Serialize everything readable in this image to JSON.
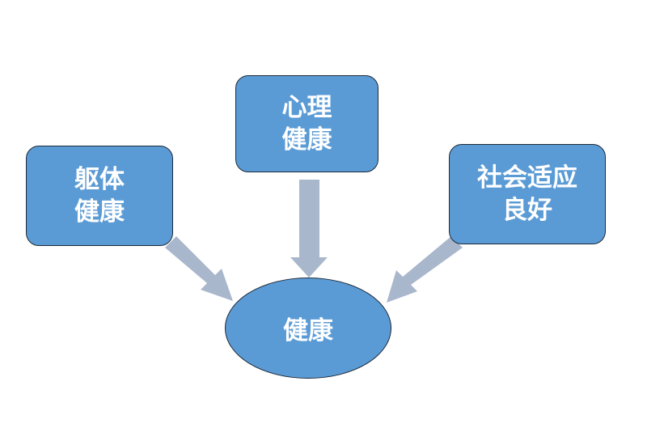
{
  "nodes": {
    "physical": {
      "line1": "躯体",
      "line2": "健康"
    },
    "mental": {
      "line1": "心理",
      "line2": "健康"
    },
    "social": {
      "line1": "社会适应",
      "line2": "良好"
    },
    "center": {
      "label": "健康"
    }
  },
  "colors": {
    "node_fill": "#5b9bd5",
    "node_border": "#1e2a38",
    "arrow": "#a9b7cc"
  }
}
